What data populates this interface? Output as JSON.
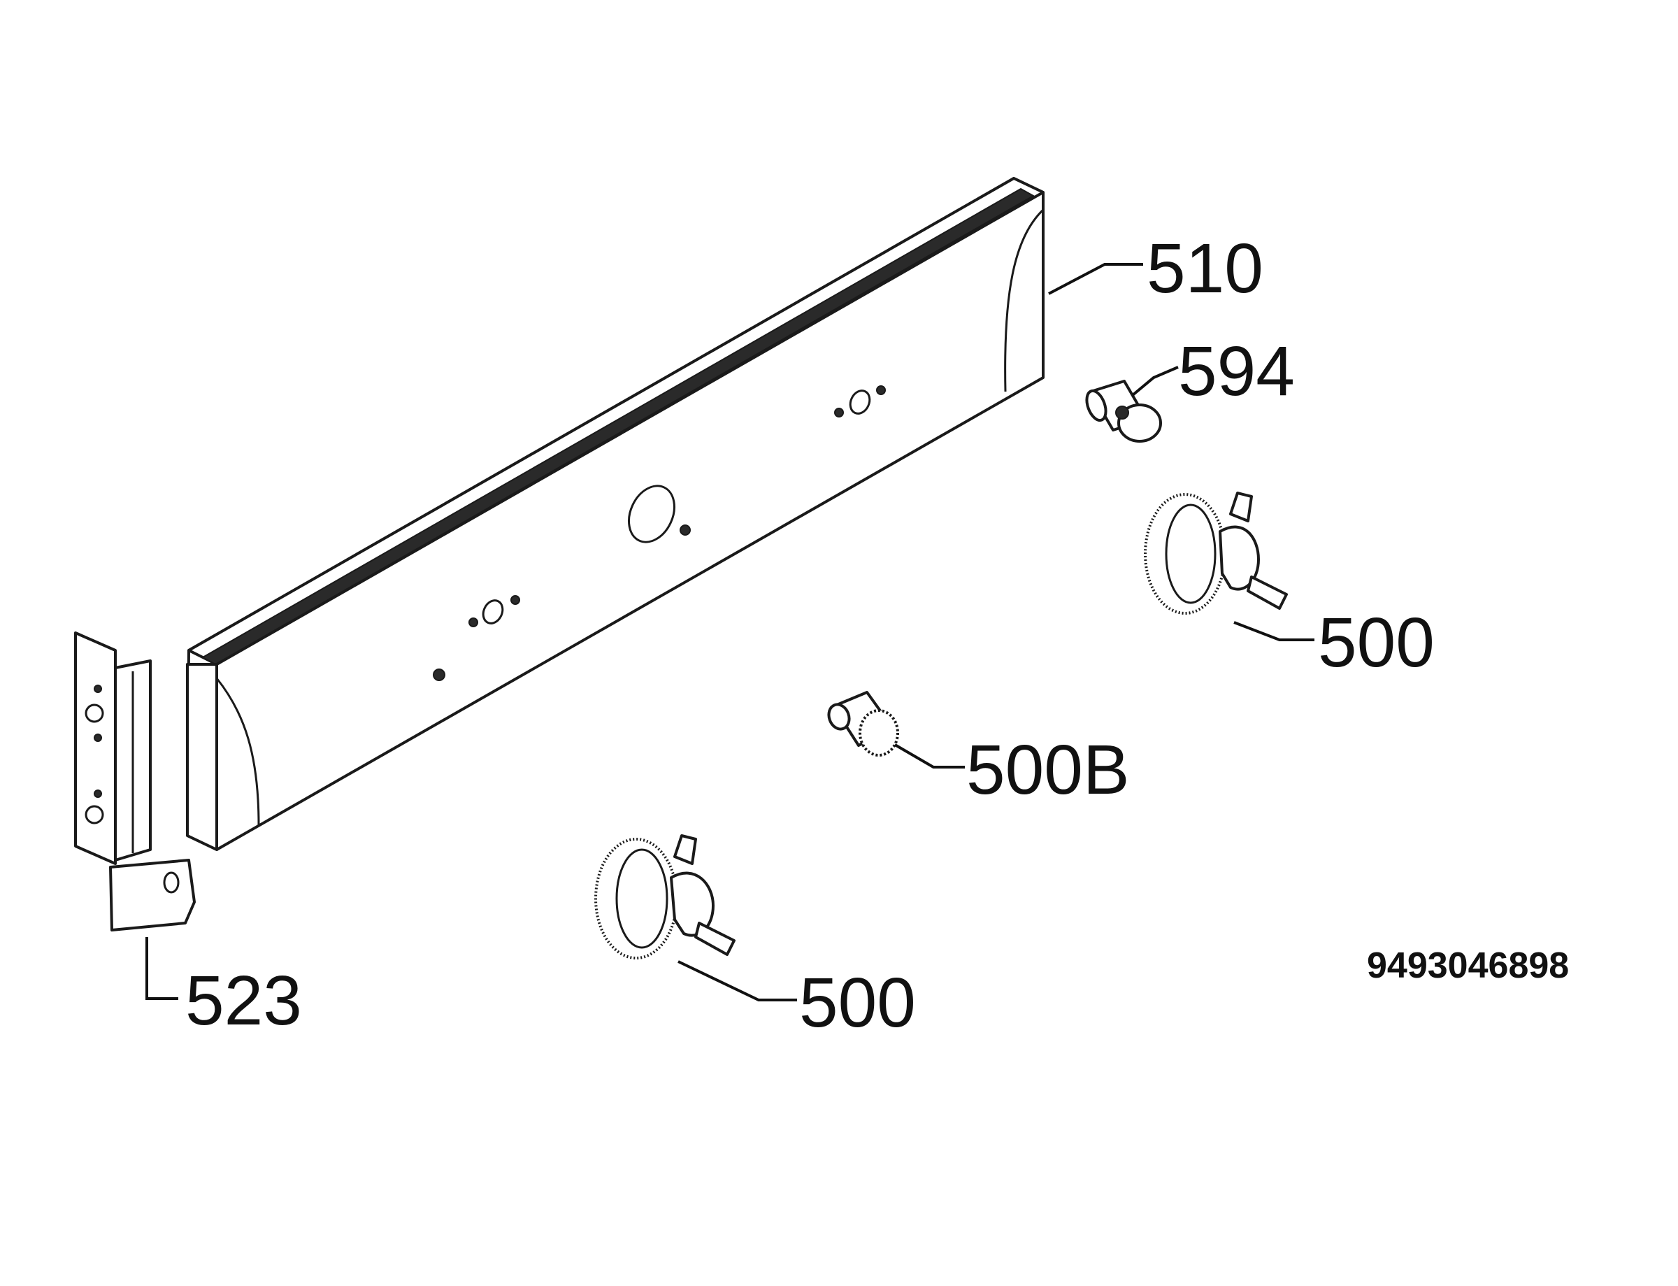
{
  "diagram": {
    "callouts": {
      "control_panel": "510",
      "lamp": "594",
      "knob_right": "500",
      "knob_center": "500B",
      "knob_left": "500",
      "side_bracket": "523"
    },
    "document_number": "9493046898"
  }
}
